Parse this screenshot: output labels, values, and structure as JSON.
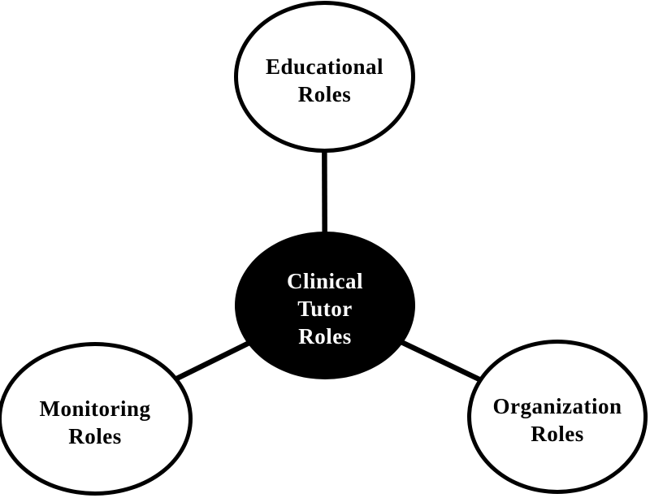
{
  "diagram": {
    "type": "hub-and-spoke",
    "background_color": "#ffffff",
    "connector_color": "#000000",
    "center_node": {
      "label": "Clinical\nTutor\nRoles",
      "fill": "#000000",
      "text_color": "#ffffff",
      "position": "center"
    },
    "nodes": {
      "educational": {
        "label": "Educational\nRoles",
        "fill": "#ffffff",
        "border_color": "#000000",
        "text_color": "#000000",
        "position": "top"
      },
      "monitoring": {
        "label": "Monitoring\nRoles",
        "fill": "#ffffff",
        "border_color": "#000000",
        "text_color": "#000000",
        "position": "bottom-left"
      },
      "organization": {
        "label": "Organization\nRoles",
        "fill": "#ffffff",
        "border_color": "#000000",
        "text_color": "#000000",
        "position": "bottom-right"
      }
    }
  }
}
